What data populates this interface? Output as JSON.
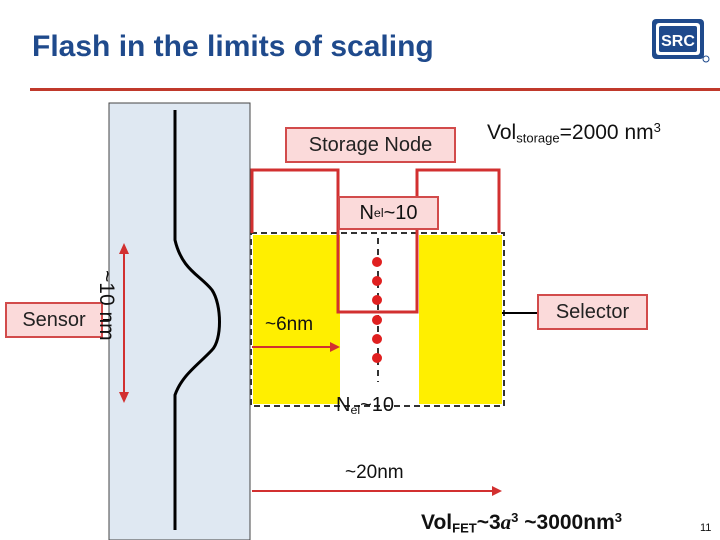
{
  "title": "Flash in the limits of scaling",
  "logo": {
    "text": "SRC",
    "icon": "src-logo-icon"
  },
  "labels": {
    "storage_node": "Storage Node",
    "vol_storage": {
      "base": "Vol",
      "sub": "storage",
      "rest": "=2000 nm",
      "sup": "3"
    },
    "nel_top": {
      "base": "N",
      "sub": "el",
      "rest": "~10"
    },
    "selector": "Selector",
    "sensor": "Sensor",
    "length_10nm": "~10 nm",
    "nm6": "~6nm",
    "nel_bottom": {
      "base": "N",
      "sub": "el",
      "rest": "~10"
    },
    "nm20": "~20nm",
    "vol_fet": {
      "base": "Vol",
      "sub": "FET",
      "mid": "~3",
      "var": "a",
      "sup1": "3",
      "rest": " ~3000nm",
      "sup2": "3"
    }
  },
  "slide_number": "11",
  "colors": {
    "title": "#1f4a8c",
    "accent_red": "#d23030",
    "label_fill": "#fbdada",
    "channel_yellow": "#ffef00",
    "sensor_column": "#dfe8f2",
    "electron_red": "#e02020"
  }
}
